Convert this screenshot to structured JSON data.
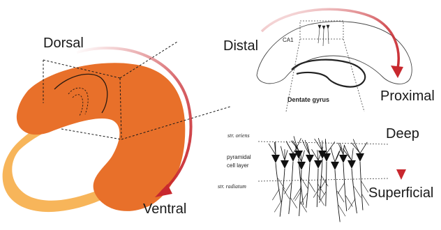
{
  "labels": {
    "dorsal": "Dorsal",
    "ventral": "Ventral",
    "distal": "Distal",
    "proximal": "Proximal",
    "ca1": "CA1",
    "dentate_gyrus": "Dentate gyrus",
    "deep": "Deep",
    "superficial": "Superficial",
    "str_oriens": "str. oriens",
    "pyramidal_line1": "pyramidal",
    "pyramidal_line2": "cell layer",
    "str_radiatum": "str. radiatum"
  },
  "colors": {
    "hippocampus_orange": "#e8702a",
    "hippocampus_light": "#f7b55a",
    "arrow_red": "#c8282e",
    "line_dark": "#1a1a1a"
  }
}
